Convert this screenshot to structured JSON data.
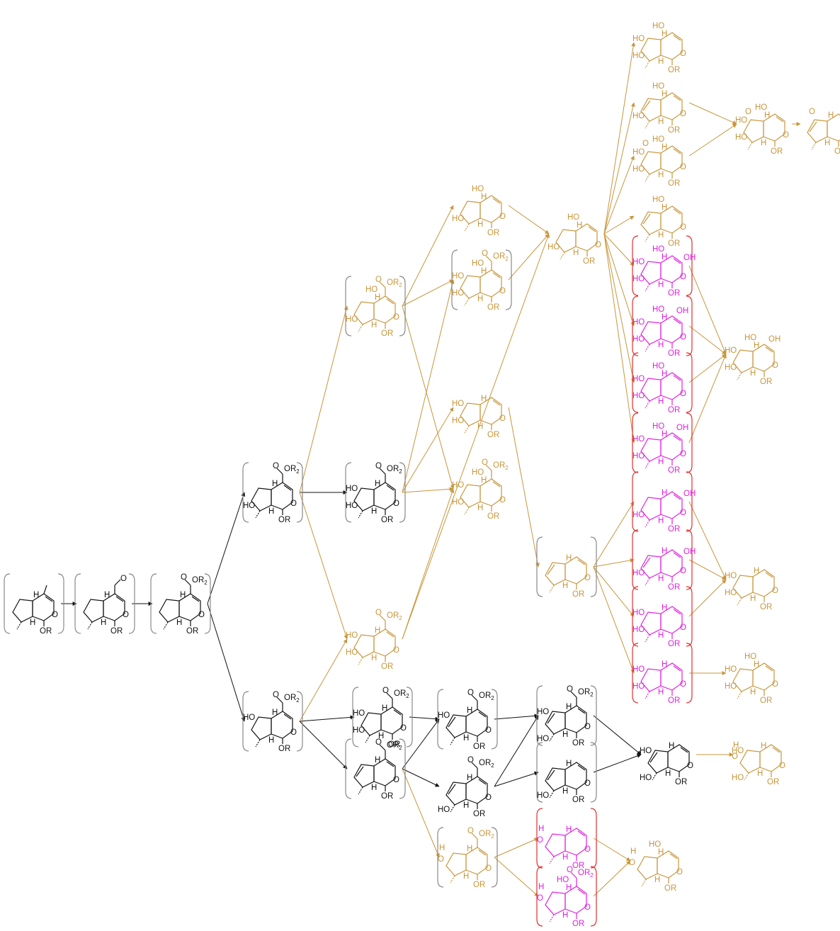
{
  "colors": {
    "black": "#111111",
    "brown": "#c8963c",
    "magenta": "#e020e0",
    "bracket_red": "#e03030",
    "bracket_gray": "#888888"
  },
  "labels": {
    "ho": "HO",
    "oh": "OH",
    "or": "OR",
    "or2": "OR",
    "sub2": "2",
    "h": "H",
    "o": "O"
  },
  "molecules": [
    {
      "id": "m1",
      "col": "black",
      "br": "gray",
      "sub": "methyl"
    },
    {
      "id": "m2",
      "col": "black",
      "br": "gray",
      "sub": "aldehyde"
    },
    {
      "id": "m3",
      "col": "black",
      "br": "gray",
      "sub": "ester"
    },
    {
      "id": "m4",
      "col": "black",
      "br": "gray",
      "sub": "ester",
      "ho": [
        "c7"
      ]
    },
    {
      "id": "m5",
      "col": "black",
      "br": "gray",
      "sub": "ester",
      "ho": [
        "c6"
      ]
    },
    {
      "id": "m6",
      "col": "black",
      "br": "gray",
      "sub": "ester",
      "ho": [
        "c6",
        "c7"
      ]
    },
    {
      "id": "m7",
      "col": "brown",
      "br": "gray",
      "sub": "ester",
      "ho": [
        "c7",
        "c5"
      ]
    },
    {
      "id": "m8",
      "col": "brown",
      "br": "none",
      "sub": "ester",
      "ho": [
        "c6",
        "c7"
      ]
    },
    {
      "id": "m9",
      "col": "black",
      "br": "gray",
      "sub": "ester",
      "ho": [
        "c6",
        "c7"
      ]
    },
    {
      "id": "m10",
      "col": "black",
      "br": "gray",
      "sub": "ester",
      "alkene": true
    },
    {
      "id": "m11",
      "col": "brown",
      "br": "gray",
      "sub": "ester",
      "epoxide": true
    },
    {
      "id": "m12",
      "col": "brown",
      "br": "none",
      "sub": "none",
      "ho": [
        "c7",
        "c5"
      ]
    },
    {
      "id": "m13",
      "col": "brown",
      "br": "gray",
      "sub": "ester",
      "ho": [
        "c6",
        "c7",
        "c5"
      ]
    },
    {
      "id": "m14",
      "col": "brown",
      "br": "none",
      "sub": "none",
      "ho": [
        "c7",
        "c6"
      ]
    },
    {
      "id": "m15",
      "col": "brown",
      "br": "none",
      "sub": "ester",
      "ho": [
        "c6",
        "c7",
        "c5"
      ]
    },
    {
      "id": "m16",
      "col": "black",
      "br": "gray",
      "sub": "ester",
      "alkene": true,
      "ho": [
        "c6"
      ]
    },
    {
      "id": "m17",
      "col": "black",
      "br": "none",
      "sub": "ester",
      "alkene": true,
      "ch2oh": true
    },
    {
      "id": "m18",
      "col": "black",
      "br": "gray",
      "sub": "ester",
      "alkene": true,
      "ho": [
        "c6"
      ],
      "ch2oh": true
    },
    {
      "id": "m19",
      "col": "black",
      "br": "gray",
      "sub": "none",
      "alkene": true,
      "ch2oh": true
    },
    {
      "id": "m20",
      "col": "magenta",
      "br": "red",
      "sub": "none",
      "epoxide": true
    },
    {
      "id": "m21",
      "col": "magenta",
      "br": "red",
      "sub": "ester",
      "epoxide": true,
      "ho": [
        "c5"
      ]
    },
    {
      "id": "m22",
      "col": "brown",
      "br": "none",
      "sub": "none",
      "ho": [
        "c5",
        "c7"
      ]
    },
    {
      "id": "m23",
      "col": "brown",
      "br": "gray",
      "sub": "none",
      "alkene": true
    },
    {
      "id": "m24",
      "col": "black",
      "br": "none",
      "sub": "none",
      "alkene": true,
      "ho": [
        "c6"
      ],
      "ch2oh": true
    },
    {
      "id": "m25",
      "col": "brown",
      "br": "none",
      "sub": "none",
      "epoxide": true,
      "ho": [
        "c6"
      ],
      "ch2oh": true
    },
    {
      "id": "m26",
      "col": "brown",
      "br": "none",
      "sub": "none",
      "epoxide": true,
      "ho": [
        "c5"
      ]
    },
    {
      "id": "m27",
      "col": "brown",
      "br": "none",
      "sub": "none",
      "ho": [
        "c5",
        "c6",
        "c7"
      ]
    },
    {
      "id": "m28",
      "col": "brown",
      "br": "none",
      "sub": "none",
      "ho": [
        "c5",
        "c7"
      ],
      "alkene": true
    },
    {
      "id": "m29",
      "col": "brown",
      "br": "none",
      "sub": "none",
      "ho": [
        "c5",
        "c6",
        "c7"
      ],
      "keto": true
    },
    {
      "id": "m30",
      "col": "brown",
      "br": "none",
      "sub": "none",
      "ho": [
        "c5"
      ],
      "alkene": true
    },
    {
      "id": "m31",
      "col": "magenta",
      "br": "red",
      "sub": "none",
      "ho": [
        "c5",
        "c6",
        "c7"
      ],
      "lactone": true
    },
    {
      "id": "m32",
      "col": "magenta",
      "br": "red",
      "sub": "none",
      "ho": [
        "c5",
        "c6",
        "c7",
        "c4"
      ]
    },
    {
      "id": "m33",
      "col": "magenta",
      "br": "red",
      "sub": "none",
      "ho": [
        "c5",
        "c6",
        "c7"
      ]
    },
    {
      "id": "m34",
      "col": "magenta",
      "br": "red",
      "sub": "none",
      "ho": [
        "c5",
        "c6",
        "c7",
        "c4"
      ]
    },
    {
      "id": "m35",
      "col": "magenta",
      "br": "red",
      "sub": "none",
      "ho": [
        "c7"
      ],
      "lactone": true
    },
    {
      "id": "m36",
      "col": "magenta",
      "br": "red",
      "sub": "none",
      "ho": [
        "c7"
      ],
      "alkene": true,
      "lactone": true
    },
    {
      "id": "m37",
      "col": "magenta",
      "br": "red",
      "sub": "none",
      "ho": [
        "c6",
        "c7"
      ]
    },
    {
      "id": "m38",
      "col": "magenta",
      "br": "red",
      "sub": "none",
      "ho": [
        "c6",
        "c7"
      ]
    },
    {
      "id": "m39",
      "col": "brown",
      "br": "none",
      "sub": "none",
      "ho": [
        "c5",
        "c6",
        "c7"
      ],
      "keto": true
    },
    {
      "id": "m40",
      "col": "brown",
      "br": "none",
      "sub": "none",
      "keto": true,
      "alkene": true
    },
    {
      "id": "m41",
      "col": "brown",
      "br": "none",
      "sub": "none",
      "ho": [
        "c5",
        "c6",
        "c7",
        "c4"
      ]
    },
    {
      "id": "m42",
      "col": "brown",
      "br": "none",
      "sub": "none",
      "ho": [
        "c6",
        "c7"
      ]
    },
    {
      "id": "m43",
      "col": "brown",
      "br": "none",
      "sub": "none",
      "ho": [
        "c5",
        "c6",
        "c7"
      ]
    }
  ],
  "arrows": [
    {
      "from": "m1",
      "to": "m2",
      "col": "black"
    },
    {
      "from": "m2",
      "to": "m3",
      "col": "black"
    },
    {
      "from": "m3",
      "to": "m4",
      "col": "black"
    },
    {
      "from": "m3",
      "to": "m5",
      "col": "black"
    },
    {
      "from": "m4",
      "to": "m6",
      "col": "black"
    },
    {
      "from": "m5",
      "to": "m9",
      "col": "black"
    },
    {
      "from": "m5",
      "to": "m10",
      "col": "black"
    },
    {
      "from": "m9",
      "to": "m16",
      "col": "black"
    },
    {
      "from": "m10",
      "to": "m16",
      "col": "black"
    },
    {
      "from": "m10",
      "to": "m17",
      "col": "black"
    },
    {
      "from": "m16",
      "to": "m18",
      "col": "black"
    },
    {
      "from": "m17",
      "to": "m18",
      "col": "black"
    },
    {
      "from": "m17",
      "to": "m19",
      "col": "black"
    },
    {
      "from": "m18",
      "to": "m24",
      "col": "black"
    },
    {
      "from": "m19",
      "to": "m24",
      "col": "black"
    },
    {
      "from": "m4",
      "to": "m7",
      "col": "brown"
    },
    {
      "from": "m4",
      "to": "m8",
      "col": "brown"
    },
    {
      "from": "m5",
      "to": "m8",
      "col": "brown"
    },
    {
      "from": "m7",
      "to": "m12",
      "col": "brown"
    },
    {
      "from": "m7",
      "to": "m13",
      "col": "brown"
    },
    {
      "from": "m6",
      "to": "m13",
      "col": "brown"
    },
    {
      "from": "m6",
      "to": "m14",
      "col": "brown"
    },
    {
      "from": "m6",
      "to": "m15",
      "col": "brown"
    },
    {
      "from": "m8",
      "to": "m15",
      "col": "brown"
    },
    {
      "from": "m7",
      "to": "m15",
      "col": "brown"
    },
    {
      "from": "m10",
      "to": "m11",
      "col": "brown"
    },
    {
      "from": "m11",
      "to": "m20",
      "col": "brown"
    },
    {
      "from": "m11",
      "to": "m21",
      "col": "brown"
    },
    {
      "from": "m20",
      "to": "m26",
      "col": "brown"
    },
    {
      "from": "m21",
      "to": "m26",
      "col": "brown"
    },
    {
      "from": "m24",
      "to": "m25",
      "col": "brown"
    },
    {
      "from": "m12",
      "to": "m22",
      "col": "brown"
    },
    {
      "from": "m13",
      "to": "m22",
      "col": "brown"
    },
    {
      "from": "m14",
      "to": "m23",
      "col": "brown"
    },
    {
      "from": "m8",
      "to": "m22",
      "col": "brown"
    },
    {
      "from": "m22",
      "to": "m27",
      "col": "brown"
    },
    {
      "from": "m22",
      "to": "m28",
      "col": "brown"
    },
    {
      "from": "m22",
      "to": "m29",
      "col": "brown"
    },
    {
      "from": "m22",
      "to": "m30",
      "col": "brown"
    },
    {
      "from": "m22",
      "to": "m31",
      "col": "brown"
    },
    {
      "from": "m22",
      "to": "m32",
      "col": "brown"
    },
    {
      "from": "m22",
      "to": "m33",
      "col": "brown"
    },
    {
      "from": "m22",
      "to": "m34",
      "col": "brown"
    },
    {
      "from": "m23",
      "to": "m35",
      "col": "brown"
    },
    {
      "from": "m23",
      "to": "m36",
      "col": "brown"
    },
    {
      "from": "m23",
      "to": "m37",
      "col": "brown"
    },
    {
      "from": "m23",
      "to": "m38",
      "col": "brown"
    },
    {
      "from": "m28",
      "to": "m39",
      "col": "brown"
    },
    {
      "from": "m29",
      "to": "m39",
      "col": "brown"
    },
    {
      "from": "m39",
      "to": "m40",
      "col": "brown"
    },
    {
      "from": "m31",
      "to": "m41",
      "col": "brown"
    },
    {
      "from": "m32",
      "to": "m41",
      "col": "brown"
    },
    {
      "from": "m33",
      "to": "m41",
      "col": "brown"
    },
    {
      "from": "m34",
      "to": "m41",
      "col": "brown"
    },
    {
      "from": "m35",
      "to": "m42",
      "col": "brown"
    },
    {
      "from": "m36",
      "to": "m42",
      "col": "brown"
    },
    {
      "from": "m37",
      "to": "m42",
      "col": "brown"
    },
    {
      "from": "m38",
      "to": "m43",
      "col": "brown"
    }
  ]
}
